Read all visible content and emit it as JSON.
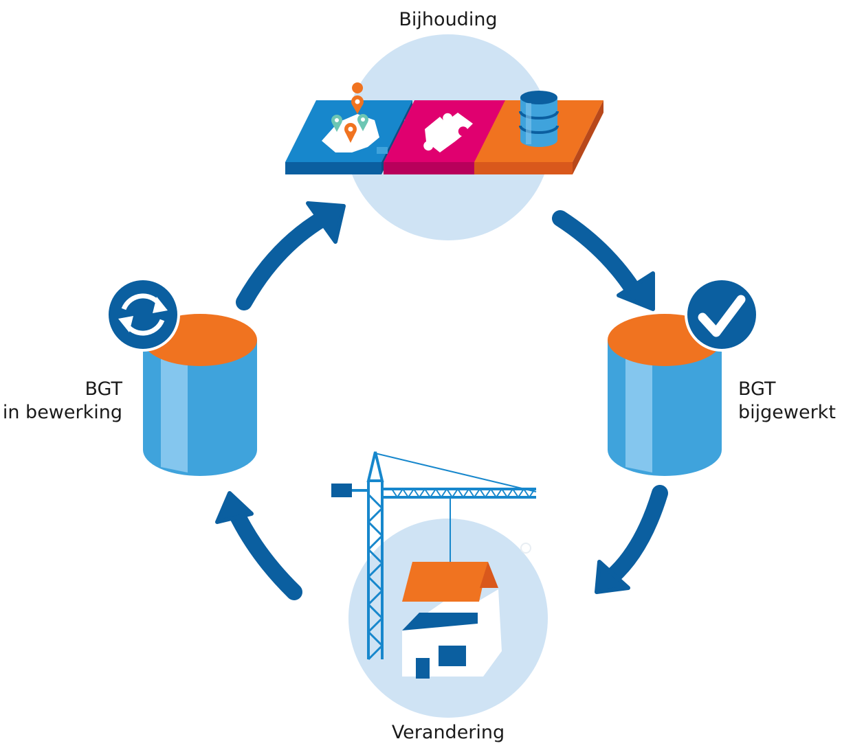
{
  "nodes": {
    "top": {
      "label": "Bijhouding"
    },
    "bottom": {
      "label": "Verandering"
    },
    "left": {
      "line1": "BGT",
      "line2": "in bewerking"
    },
    "right": {
      "line1": "BGT",
      "line2": "bijgewerkt"
    }
  },
  "colors": {
    "dark_blue": "#0b5fa0",
    "mid_blue": "#3fa3dc",
    "light_blue": "#84c6ee",
    "circle_bg": "#cfe3f4",
    "orange": "#f07320",
    "dark_orange": "#d9581c",
    "magenta": "#e0006f",
    "dark_magenta": "#b8005b",
    "teal": "#6cc6b3",
    "map_blue": "#1787cc"
  },
  "icons": [
    "refresh-icon",
    "checkmark-icon",
    "map-pin-icon",
    "puzzle-icon",
    "database-icon",
    "crane-icon",
    "house-icon"
  ]
}
